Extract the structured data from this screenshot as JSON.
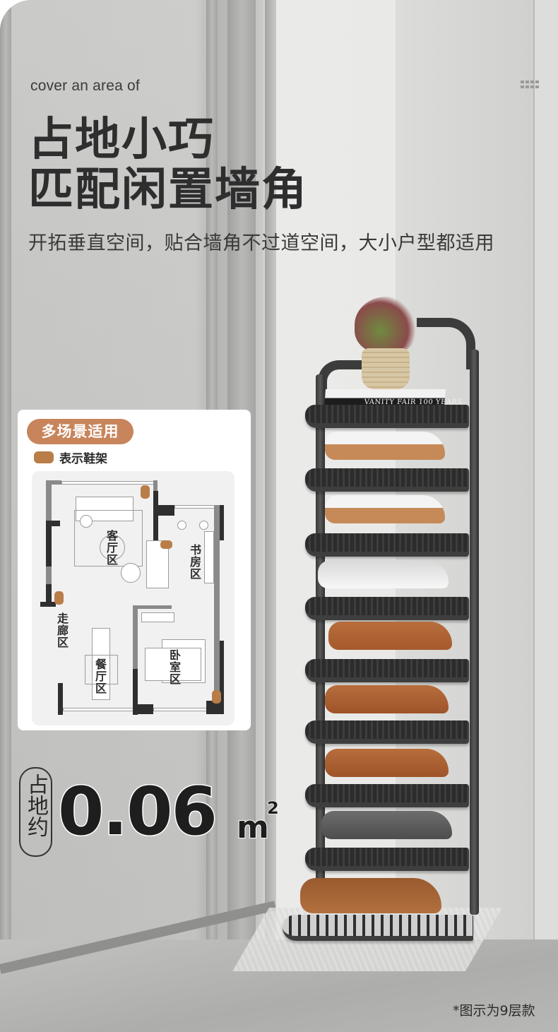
{
  "header": {
    "subtitle_en": "cover an area of",
    "title_line1": "占地小巧",
    "title_line2": "匹配闲置墙角",
    "description": "开拓垂直空间，贴合墙角不过道空间，大小户型都适用"
  },
  "decor": {
    "dots_icon": "grid-dots-icon"
  },
  "scene_card": {
    "pill_label": "多场景适用",
    "legend_label": "表示鞋架",
    "legend_color": "#b97d48",
    "pill_color": "#c8845a",
    "rooms": [
      {
        "label": "客厅区"
      },
      {
        "label": "书房区"
      },
      {
        "label": "走廊区"
      },
      {
        "label": "餐厅区"
      },
      {
        "label": "卧室区"
      }
    ]
  },
  "area": {
    "badge_label": "占地约",
    "value": "0.06",
    "unit": "m",
    "unit_sup": "2"
  },
  "product": {
    "book_title": "VANITY FAIR 100 YEARS",
    "tiers": 9
  },
  "footnote": "*图示为9层款"
}
